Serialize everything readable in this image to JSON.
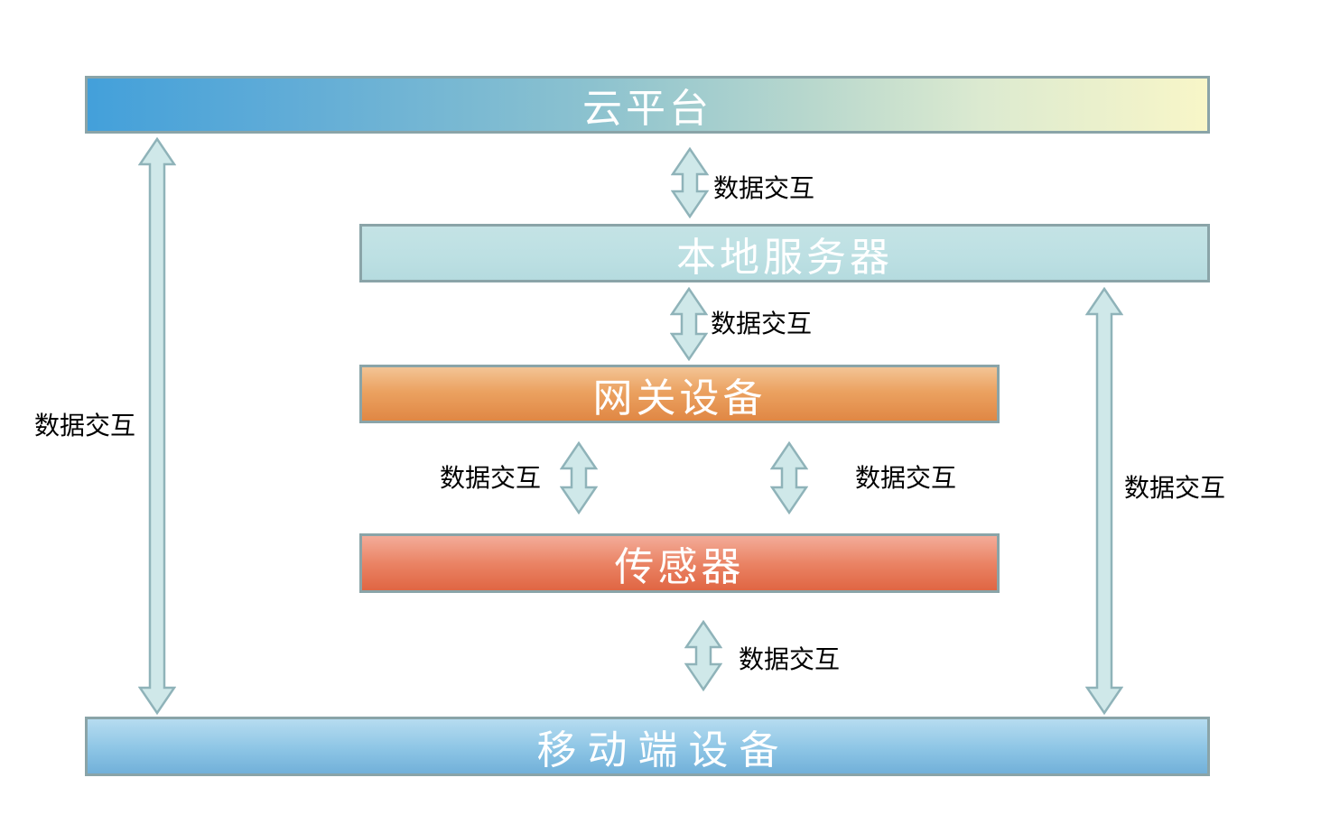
{
  "diagram": {
    "nodes": [
      {
        "id": "cloud-platform",
        "label": "云平台",
        "fill_gradient": [
          "#43a0da",
          "#8cc2cf",
          "#f8f6c8"
        ],
        "gradient_direction": "left-to-right"
      },
      {
        "id": "local-server",
        "label": "本地服务器",
        "fill_gradient": [
          "#c4e3e5",
          "#b5dbdf"
        ],
        "gradient_direction": "top-to-bottom"
      },
      {
        "id": "gateway-device",
        "label": "网关设备",
        "fill_gradient": [
          "#f3c495",
          "#e08744"
        ],
        "gradient_direction": "top-to-bottom"
      },
      {
        "id": "sensor",
        "label": "传感器",
        "fill_gradient": [
          "#f3ac99",
          "#e06643"
        ],
        "gradient_direction": "top-to-bottom"
      },
      {
        "id": "mobile-device",
        "label": "移动端设备",
        "fill_gradient": [
          "#b6dcf0",
          "#72b0d9"
        ],
        "gradient_direction": "top-to-bottom"
      }
    ],
    "edges": [
      {
        "from": "cloud-platform",
        "to": "local-server",
        "label": "数据交互",
        "style": "double-arrow"
      },
      {
        "from": "local-server",
        "to": "gateway-device",
        "label": "数据交互",
        "style": "double-arrow"
      },
      {
        "from": "gateway-device",
        "to": "sensor",
        "label": "数据交互",
        "style": "double-arrow",
        "side": "left"
      },
      {
        "from": "gateway-device",
        "to": "sensor",
        "label": "数据交互",
        "style": "double-arrow",
        "side": "right"
      },
      {
        "from": "sensor",
        "to": "mobile-device",
        "label": "数据交互",
        "style": "double-arrow"
      },
      {
        "from": "cloud-platform",
        "to": "mobile-device",
        "label": "数据交互",
        "style": "double-arrow",
        "side": "far-left"
      },
      {
        "from": "local-server",
        "to": "mobile-device",
        "label": "数据交互",
        "style": "double-arrow",
        "side": "far-right"
      }
    ],
    "colors": {
      "bar_border": "#8aa4a8",
      "bar_text": "#ffffff",
      "arrow_fill": "#cfe8e9",
      "arrow_border": "#8fb3b9",
      "edge_label_text": "#000000",
      "background": "#ffffff"
    }
  }
}
